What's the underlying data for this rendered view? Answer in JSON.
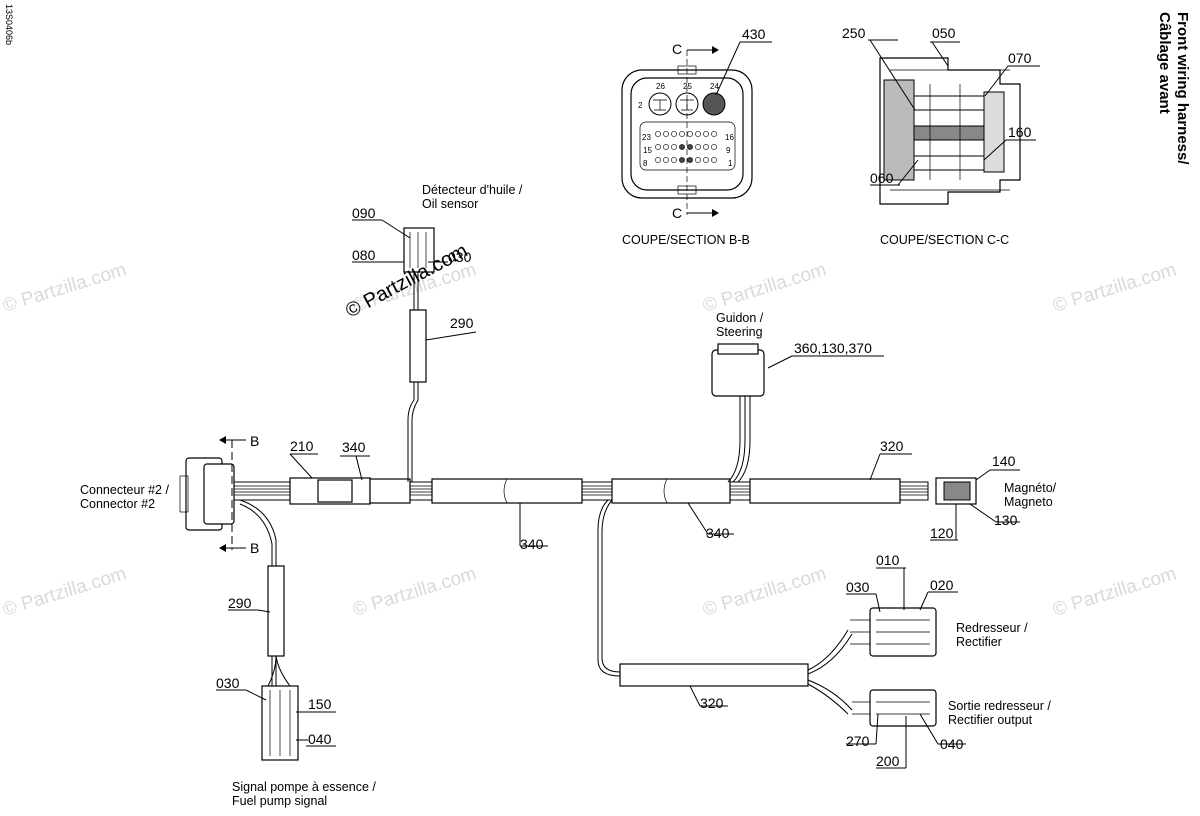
{
  "doc_code": "13S0406b",
  "title_line1": "Front wiring harness/",
  "title_line2": "Câblage avant",
  "watermark": "© Partzilla.com",
  "stamp": "© Partzilla.com",
  "section_bb": {
    "caption": "COUPE/SECTION B-B",
    "part": "430",
    "cut_mark": "C",
    "pins_top": [
      "26",
      "25",
      "24"
    ],
    "pin_side": "2",
    "row1": "23",
    "row1_end": "16",
    "row2": "15",
    "row2_end": "9",
    "row3": "8",
    "row3_end": "1"
  },
  "section_cc": {
    "caption": "COUPE/SECTION C-C",
    "parts": [
      "250",
      "050",
      "070",
      "160",
      "060"
    ]
  },
  "labels": {
    "oil_sensor_fr": "Détecteur d'huile /",
    "oil_sensor_en": "Oil sensor",
    "steering_fr": "Guidon /",
    "steering_en": "Steering",
    "connector_fr": "Connecteur #2 /",
    "connector_en": "Connector #2",
    "magneto_fr": "Magnéto/",
    "magneto_en": "Magneto",
    "rectifier_fr": "Redresseur /",
    "rectifier_en": "Rectifier",
    "rect_out_fr": "Sortie redresseur /",
    "rect_out_en": "Rectifier output",
    "fuel_fr": "Signal pompe à essence /",
    "fuel_en": "Fuel pump signal",
    "section_b": "B"
  },
  "callouts": {
    "c090": "090",
    "c080": "080",
    "c030_oil": "030",
    "c290_oil": "290",
    "c360": "360,130,370",
    "c210": "210",
    "c340_a": "340",
    "c340_b": "340",
    "c340_c": "340",
    "c320_a": "320",
    "c320_b": "320",
    "c140": "140",
    "c130": "130",
    "c120": "120",
    "c010": "010",
    "c030_rect": "030",
    "c020": "020",
    "c290_fuel": "290",
    "c030_fuel": "030",
    "c150": "150",
    "c040_fuel": "040",
    "c270": "270",
    "c040_rect": "040",
    "c200": "200"
  }
}
